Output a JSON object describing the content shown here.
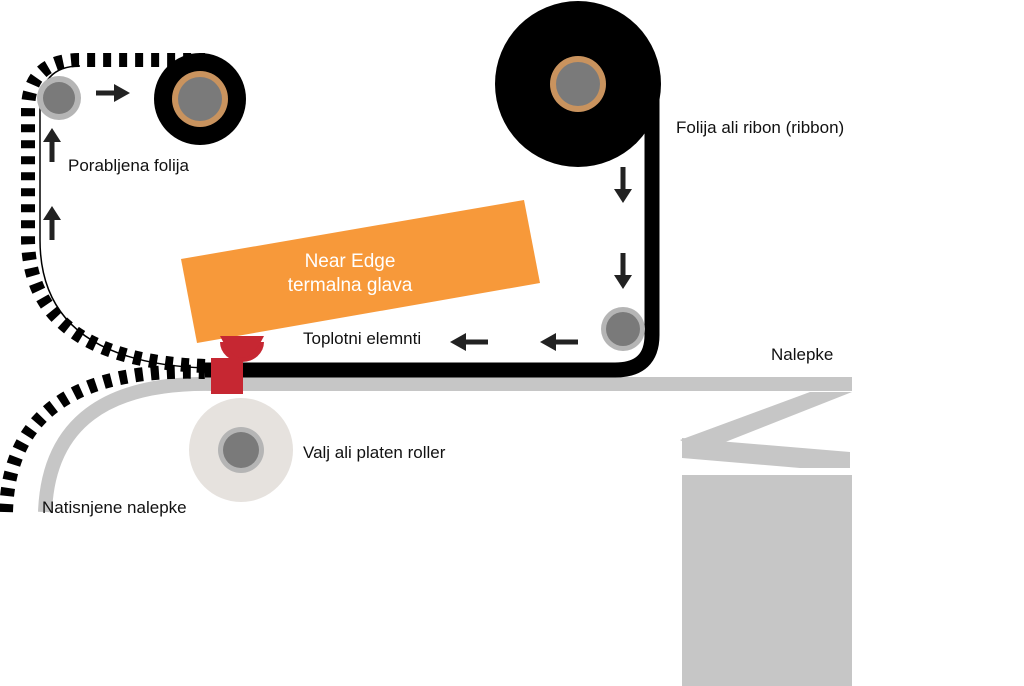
{
  "diagram": {
    "title": "Near Edge thermal transfer printing mechanism",
    "colors": {
      "ribbon": "#000000",
      "label_stock": "#c6c6c6",
      "thermal_head": "#f7993a",
      "heat_element": "#c62732",
      "roll_core": "#c9935e",
      "roller_hub": "#7a7a7a",
      "roller_rim": "#b5b5b5",
      "platen_roller": "#e6e2de",
      "arrow": "#222222",
      "text": "#111111",
      "head_text": "#ffffff"
    },
    "labels": {
      "used_ribbon": "Porabljena folija",
      "ribbon": "Folija ali ribon (ribbon)",
      "thermal_head_line1": "Near Edge",
      "thermal_head_line2": "termalna glava",
      "heat_elements": "Toplotni elemnti",
      "labels_stock": "Nalepke",
      "platen_roller": "Valj ali platen roller",
      "printed_labels": "Natisnjene nalepke"
    },
    "flow_arrows": [
      {
        "id": "used-ribbon-right",
        "direction": "right"
      },
      {
        "id": "used-ribbon-up-1",
        "direction": "up"
      },
      {
        "id": "used-ribbon-up-2",
        "direction": "up"
      },
      {
        "id": "ribbon-down-1",
        "direction": "down"
      },
      {
        "id": "ribbon-down-2",
        "direction": "down"
      },
      {
        "id": "ribbon-left-1",
        "direction": "left"
      },
      {
        "id": "ribbon-left-2",
        "direction": "left"
      }
    ]
  }
}
